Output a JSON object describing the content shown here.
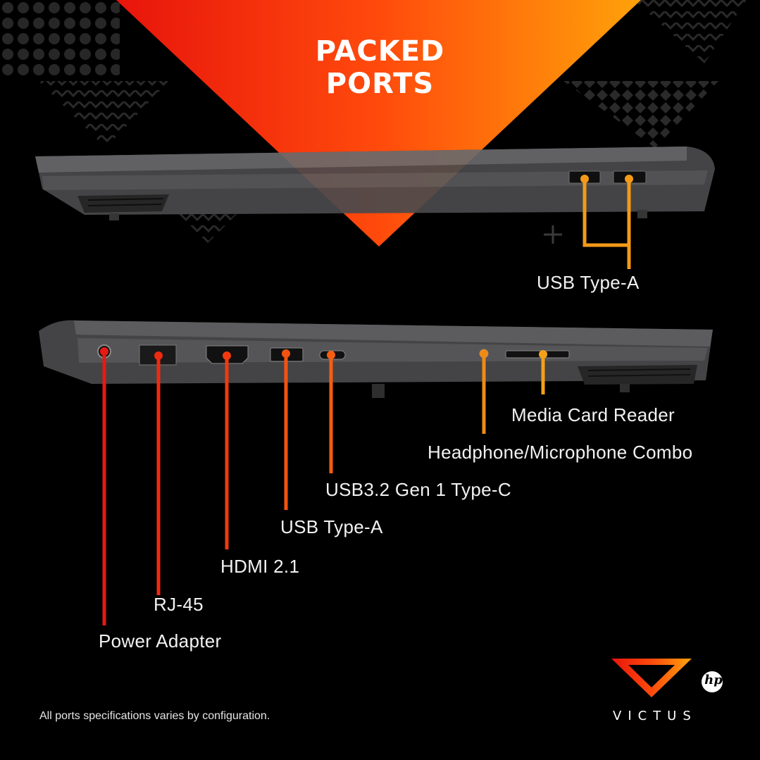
{
  "headline": {
    "line1": "PACKED",
    "line2": "PORTS"
  },
  "colors": {
    "background": "#000000",
    "gradient_left": "#e8140c",
    "gradient_right": "#ffa20a",
    "laptop_body": "#3c3c3e",
    "callout_red": "#e51a14",
    "callout_orange": "#f08a16"
  },
  "ports": {
    "right_side": [
      {
        "label": "USB Type-A",
        "count": 2
      }
    ],
    "left_side": [
      {
        "label": "Media Card Reader"
      },
      {
        "label": "Headphone/Microphone Combo"
      },
      {
        "label": "USB3.2 Gen 1 Type-C"
      },
      {
        "label": "USB Type-A"
      },
      {
        "label": "HDMI 2.1"
      },
      {
        "label": "RJ-45"
      },
      {
        "label": "Power Adapter"
      }
    ]
  },
  "disclaimer": "All ports specifications varies by configuration.",
  "brand": {
    "logo_icon": "victus-v-logo",
    "wordmark": "VICTUS",
    "hp_logo": "hp"
  }
}
